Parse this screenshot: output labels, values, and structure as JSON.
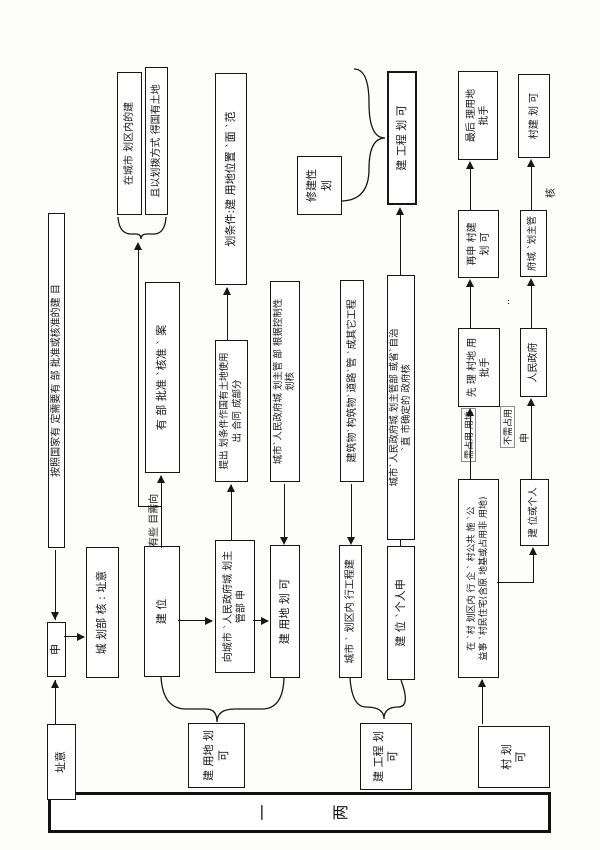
{
  "title": {
    "char_top": "一",
    "char_bottom": "两"
  },
  "boxes": {
    "site_doc_label": "址意",
    "apply": "申",
    "national_approval": "按照国家有 定需要有 部 批准或核准的建  目",
    "planning_dept_review": "城  划部 核 :  址意",
    "const_unit": "建  位",
    "dept_approve_record": "有 部 批准 `核准 `  案",
    "in_city_plan_area": "在城市 划区内的建",
    "allocated_state_land": "且以划拨方式 得国有土地",
    "to_city_gov_l1": "向城市 `人民政府城 划主",
    "to_city_gov_l2": "管部 申",
    "cond_contract_l1": "提出 划条件作国有土地使用",
    "cond_contract_l2": "出 合同 成部分",
    "cond_content": "划条件:建 用地位置 `面 `范",
    "land_permit_flow": "建 用地 划 可",
    "review_by_plan_l1": "城市`人民政府城 划主管 部 根据控制性",
    "review_by_plan_l2": "划核",
    "land_permit_label_l1": "建 用地 划",
    "land_permit_label_l2": "可",
    "detailed_plan_l1": "修建性",
    "detailed_plan_l2": "划",
    "buildings_roads": "建筑物`构筑物`道路`管 `成其它工程",
    "in_city_engineering": "城市 ` 划区内 行工程建",
    "unit_person_apply": "建  位 `个人申",
    "gov_confirm_l1": "城市`人民政府城 划主管部 或省`自治",
    "gov_confirm_l2": "`直 市确定的 政府核",
    "eng_permit": "建  工程 划  可",
    "eng_permit_label_l1": "建  工程 划",
    "eng_permit_label_l2": "可",
    "village_permit_label_l1": "村  划",
    "village_permit_label_l2": "可",
    "in_village_l1": "在 `村 划区内 行 企 ` 村公共 施 `公",
    "in_village_l2": "益事 `村民住宅(含原 地基或占用非 用地)",
    "first_handle_l1": "先 理 村地 用",
    "first_handle_l2": "批手",
    "reapply_l1": "再申 村建",
    "reapply_l2": "划 可",
    "final_handle_l1": "最后 理用地",
    "final_handle_l2": "批手",
    "unit_or_person": "建  位或个人",
    "peoples_gov": "人民政府",
    "gov_plan_dept": "府城 `划主管",
    "village_permit": "村建 划 可"
  },
  "labels": {
    "some_projects": "有些 目需向",
    "need_occupy_land": "需占用 用地",
    "no_need_occupy": "不需占用",
    "apply_small": "申",
    "review_small": "核",
    "dots": "‥"
  },
  "colors": {
    "ink": "#161616",
    "paper": "#ffffff",
    "frame_gray": "#8f8f8f"
  }
}
